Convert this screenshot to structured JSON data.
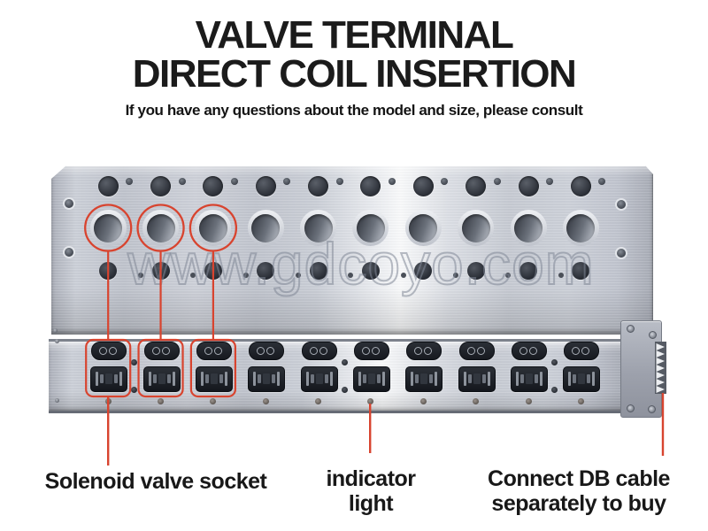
{
  "header": {
    "title_line1": "VALVE TERMINAL",
    "title_line2": "DIRECT COIL INSERTION",
    "subtitle": "If you have any questions about the model and size, please consult"
  },
  "watermark": {
    "text": "www.gdcoyo.com"
  },
  "product": {
    "description": "aluminum valve terminal manifold with direct coil insertion sockets",
    "columns": 10,
    "circled_ports": 3,
    "highlighted_socket_columns": 3,
    "socket_rows": 2
  },
  "callouts": {
    "solenoid": {
      "label": "Solenoid valve socket"
    },
    "indicator": {
      "line1": "indicator",
      "line2": "light"
    },
    "db_cable": {
      "line1": "Connect DB cable",
      "line2": "separately to buy"
    }
  },
  "colors": {
    "annotation_red": "#d8442f",
    "title_text": "#1b1b1b",
    "plate_metal": "#cdd1d9",
    "socket_dark": "#20242b",
    "watermark_gray": "#808795"
  }
}
